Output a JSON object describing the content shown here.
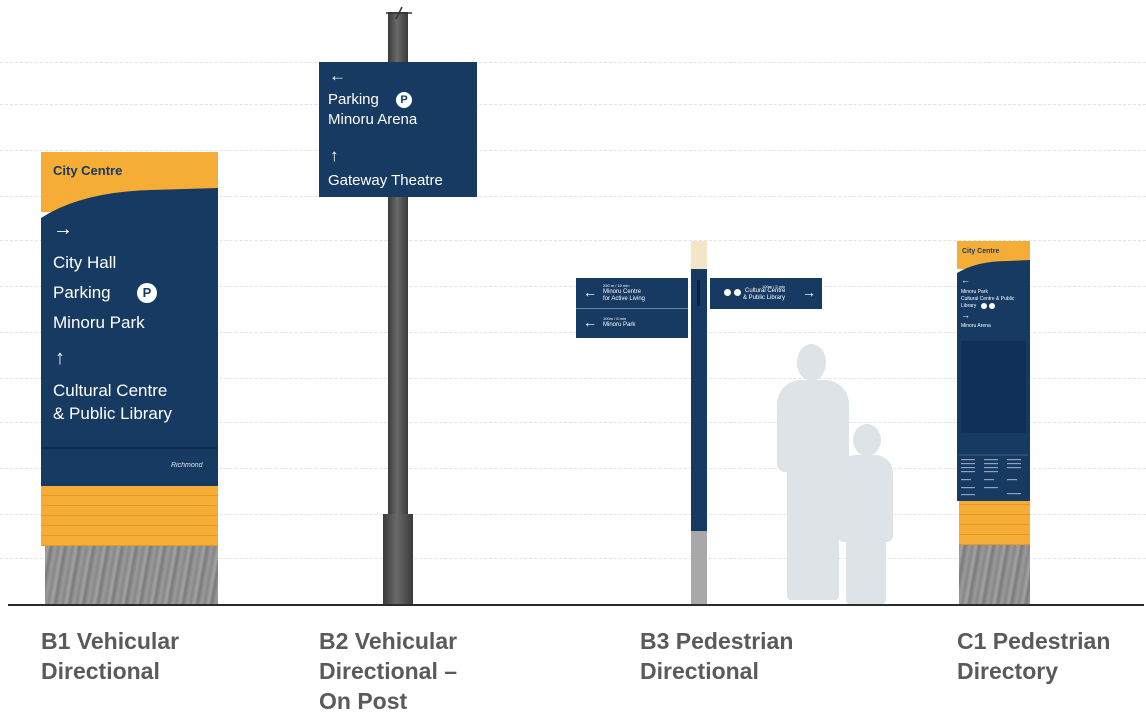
{
  "b1": {
    "header": "City Centre",
    "arrow1": "→",
    "lines1": [
      "City Hall",
      "Parking",
      "Minoru Park"
    ],
    "parking_glyph": "P",
    "arrow2": "↑",
    "lines2": [
      "Cultural Centre",
      "& Public Library"
    ],
    "logo": "Richmond"
  },
  "b2": {
    "arrow1": "←",
    "line1": "Parking",
    "parking_glyph": "P",
    "line2": "Minoru Arena",
    "arrow2": "↑",
    "line3": "Gateway Theatre"
  },
  "b3": {
    "left_top": {
      "arrow": "←",
      "distance": "250 m / 10 min",
      "line1": "Minoru Centre",
      "line2": "for Active Living"
    },
    "left_bottom": {
      "arrow": "←",
      "distance": "100m / 8 min",
      "line1": "Minoru Park"
    },
    "right": {
      "arrow": "→",
      "distance": "100m / 5 min",
      "line1": "Cultural Centre",
      "line2": "& Public Library"
    }
  },
  "c1": {
    "header": "City Centre",
    "arrow1": "←",
    "line1": "Minoru Park",
    "line2": "Cultural Centre & Public",
    "line3": "Library",
    "arrow2": "→",
    "line4": "Minoru Arena"
  },
  "captions": [
    [
      "B1 Vehicular",
      "Directional"
    ],
    [
      "B2 Vehicular",
      "Directional –",
      "On Post"
    ],
    [
      "B3 Pedestrian",
      "Directional"
    ],
    [
      "C1 Pedestrian",
      "Directory"
    ]
  ],
  "colors": {
    "navy": "#173a63",
    "amber": "#f5ad35",
    "ground": "#2b2b2b",
    "caption": "#5a5a5a"
  }
}
